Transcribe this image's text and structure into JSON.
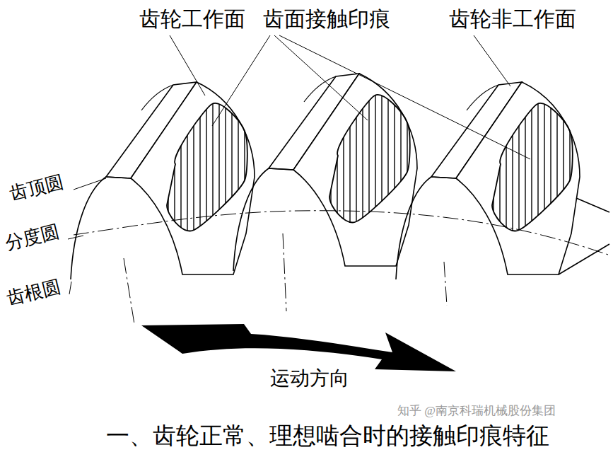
{
  "diagram": {
    "caption": "一、齿轮正常、理想啮合时的接触印痕特征",
    "labels": [
      "齿轮工作面",
      "齿面接触印痕",
      "齿轮非工作面",
      "齿顶圆",
      "分度圆",
      "齿根圆",
      "运动方向",
      "知乎 @南京科瑞机械股份集团"
    ]
  }
}
